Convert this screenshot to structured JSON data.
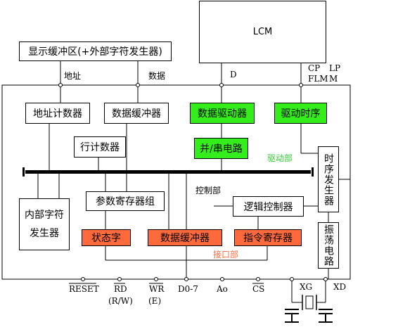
{
  "lcm": "LCM",
  "display_buffer": "显示缓冲区(+外部字符发生器)",
  "labels": {
    "address": "地址",
    "data": "数据",
    "d": "D",
    "cp": "CP",
    "lp": "LP",
    "flm": "FLM",
    "m": "M",
    "control": "控制部",
    "drive_section": "驱动部",
    "interface_section": "接口部"
  },
  "blocks": {
    "address_counter": "地址计数器",
    "data_buffer_top": "数据缓冲器",
    "data_driver": "数据驱动器",
    "drive_timing": "驱动时序",
    "line_counter": "行计数器",
    "par_ser": "并/串电路",
    "timing_generator": "时序发生器",
    "param_registers": "参数寄存器组",
    "logic_controller": "逻辑控制器",
    "char_generator": "内部字符发生器",
    "status_word": "状态字",
    "data_buffer_bottom": "数据缓冲器",
    "instruction_register": "指令寄存器",
    "oscillator": "振荡电路"
  },
  "pins": {
    "reset": "RESET",
    "rd": "RD",
    "rd_sub": "(R/W)",
    "wr": "WR",
    "wr_sub": "(E)",
    "d07": "D0-7",
    "a0": "Ao",
    "cs": "CS",
    "xg": "XG",
    "xd": "XD"
  },
  "colors": {
    "green": "#33ee1a",
    "orange": "#ff6a3d",
    "green_text": "#33cc33"
  }
}
